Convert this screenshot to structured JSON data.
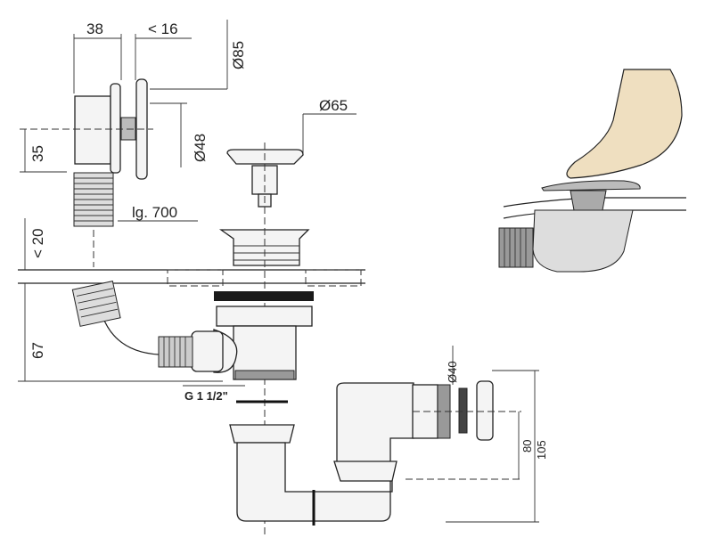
{
  "dimensions": {
    "overflow_depth": "38",
    "flange_gap": "< 16",
    "overflow_cover_diameter": "Ø85",
    "overflow_inner_diameter": "Ø48",
    "overflow_height": "35",
    "hose_length": "lg. 700",
    "tub_thickness": "< 20",
    "drain_height": "67",
    "plug_diameter": "Ø65",
    "thread": "G 1 1/2\"",
    "outlet_diameter": "Ø40",
    "outlet_height": "80",
    "total_height": "105"
  },
  "colors": {
    "line": "#222222",
    "foot": "#efdfc0",
    "gasket": "#1a1a1a"
  }
}
